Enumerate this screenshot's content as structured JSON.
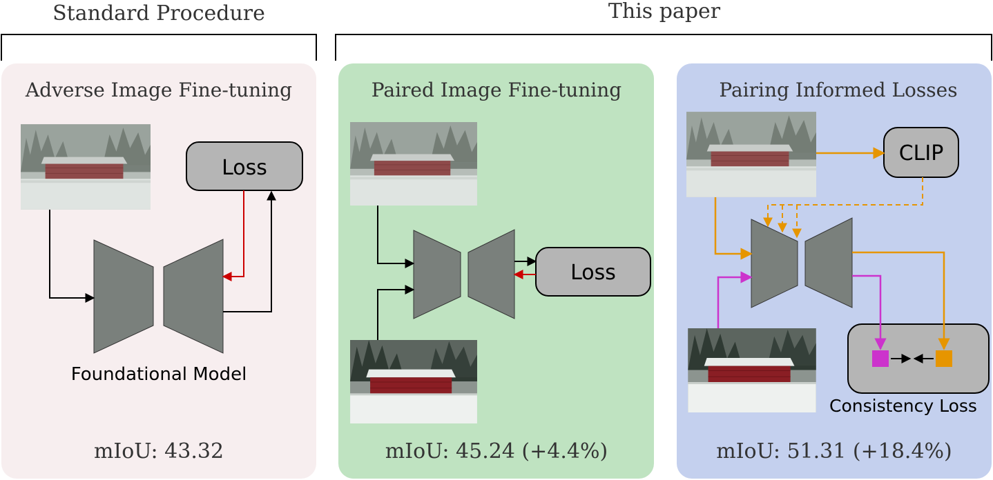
{
  "headers": {
    "standard": "Standard Procedure",
    "this_paper": "This paper"
  },
  "panels": {
    "adverse": {
      "title": "Adverse Image Fine-tuning",
      "loss_label": "Loss",
      "model_label": "Foundational Model",
      "metric": "mIoU: 43.32"
    },
    "paired": {
      "title": "Paired Image Fine-tuning",
      "loss_label": "Loss",
      "metric": "mIoU: 45.24 (+4.4%)"
    },
    "informed": {
      "title": "Pairing Informed Losses",
      "clip_label": "CLIP",
      "consistency_label": "Consistency Loss",
      "metric": "mIoU: 51.31 (+18.4%)"
    }
  },
  "colors": {
    "adverse_panel_bg": "#f7eeef",
    "paired_panel_bg": "#bfe3c1",
    "informed_panel_bg": "#c4d0ee",
    "box_gray": "#b5b5b5",
    "trapezoid_gray": "#7a807c",
    "grad_red": "#cc0000",
    "clip_orange": "#e69500",
    "magenta": "#cc33cc"
  },
  "icons": {
    "image": "snowy-barn-photo"
  }
}
